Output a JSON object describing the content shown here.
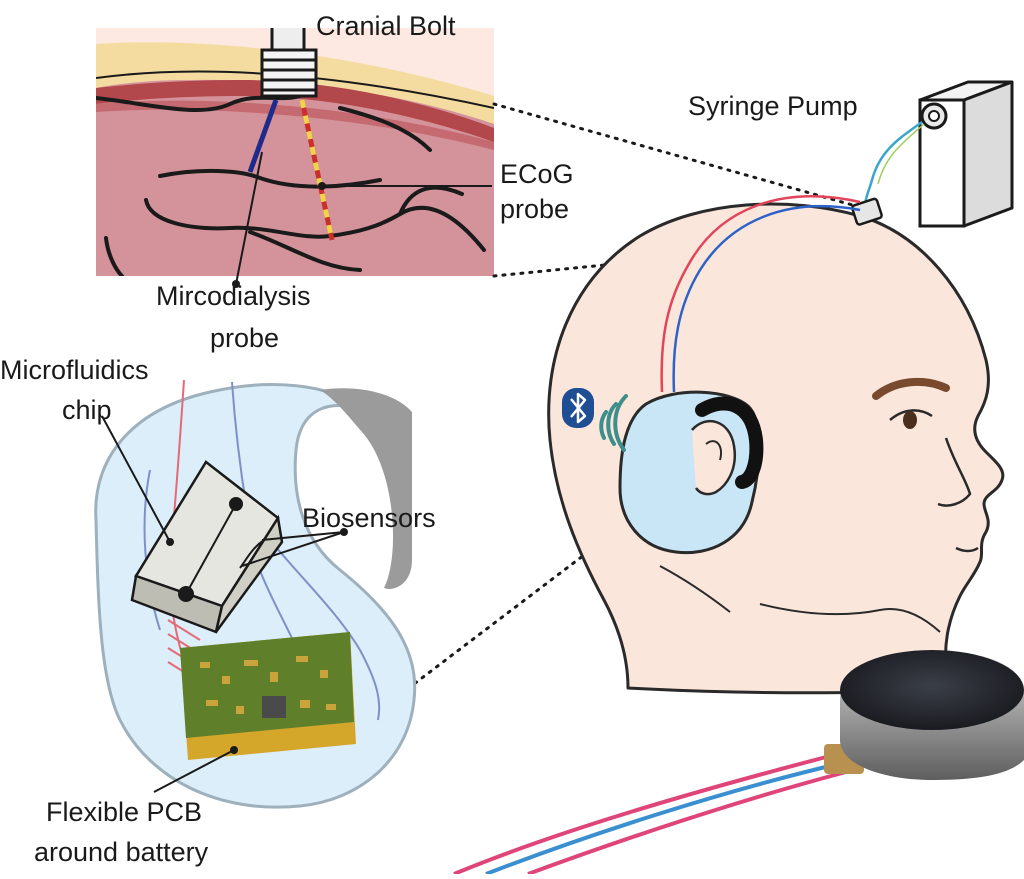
{
  "labels": {
    "cranial_bolt": "Cranial Bolt",
    "syringe_pump": "Syringe Pump",
    "ecog_line1": "ECoG",
    "ecog_line2": "probe",
    "microdialysis_line1": "Mircodialysis",
    "microdialysis_line2": "probe",
    "microfluidics_line1": "Microfluidics",
    "microfluidics_line2": "chip",
    "biosensors": "Biosensors",
    "pcb_line1": "Flexible PCB",
    "pcb_line2": "around battery"
  },
  "icons": {
    "bluetooth": "bluetooth-icon",
    "wireless": "wireless-signal-icon"
  },
  "colors": {
    "skin": "#fbe6dc",
    "brain": "#d4939a",
    "skull": "#f5dfa6",
    "earpiece": "#c9e6f6",
    "pcb": "#5f7f2a",
    "pcb_gold": "#d4a62a",
    "wire_red": "#e0455a",
    "wire_blue": "#2f62c9",
    "bluetooth": "#1e4f94"
  }
}
